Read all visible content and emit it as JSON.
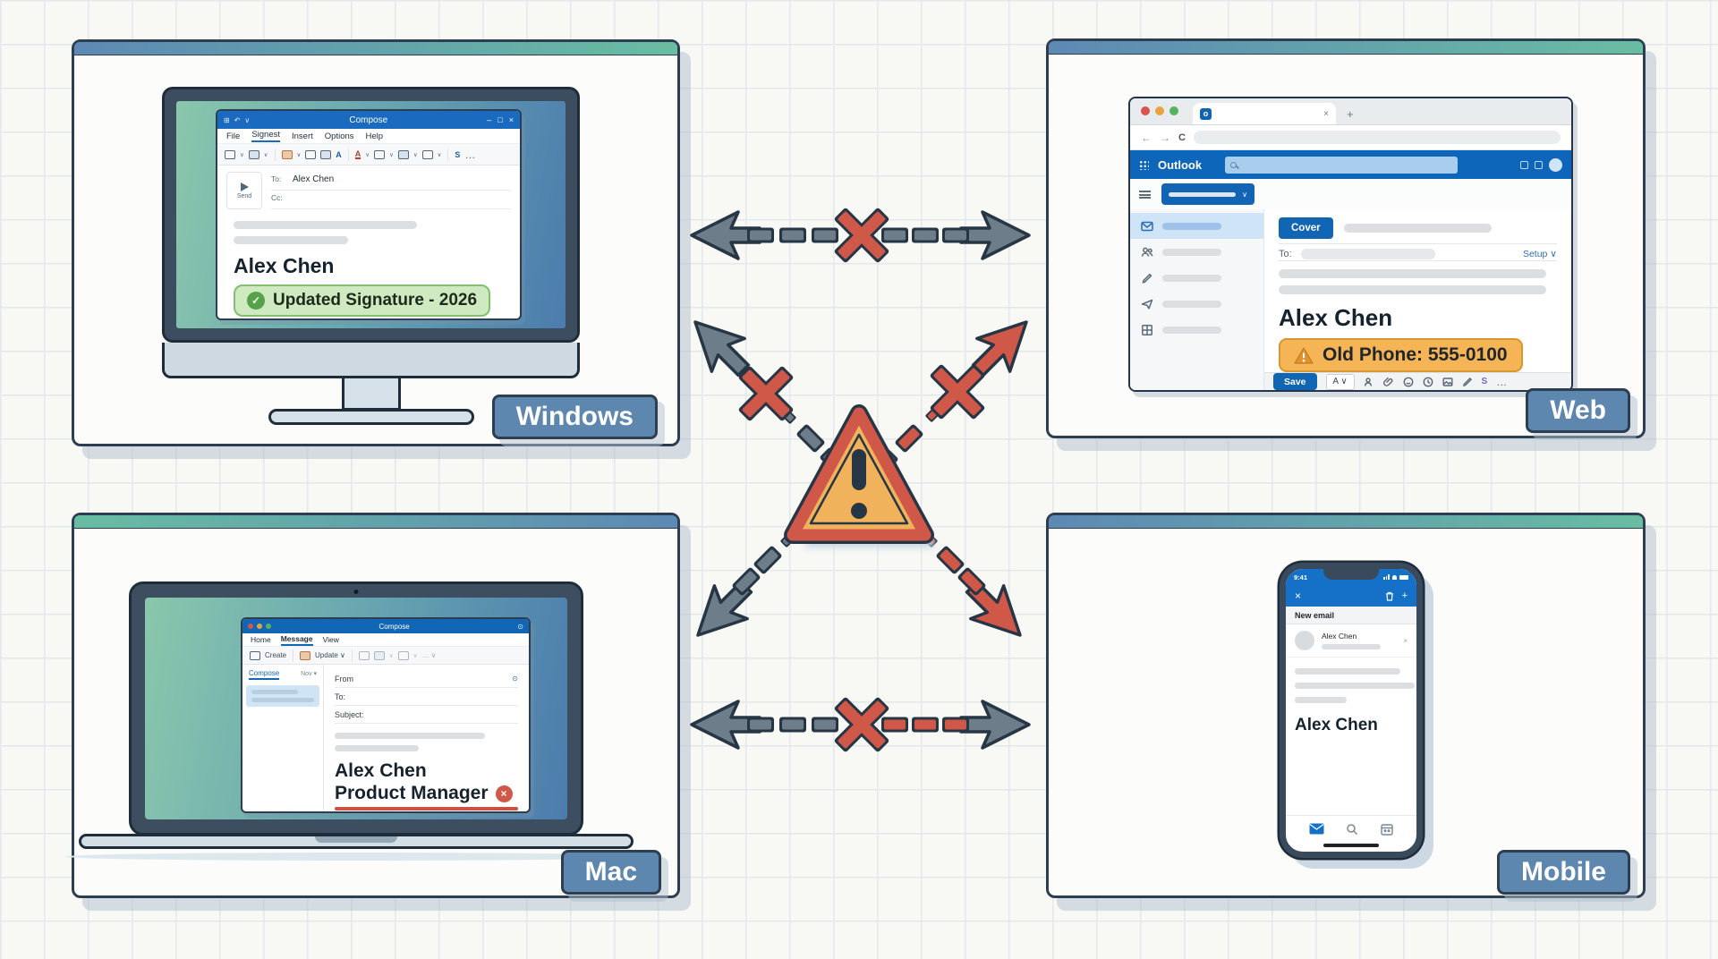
{
  "colors": {
    "accent_blue": "#5d89b4",
    "accent_teal": "#68bda2",
    "outline_navy": "#2c3e50",
    "arrow_gray": "#6d7d89",
    "warning_red": "#cf5848",
    "warning_orange_fill": "#f1b25c",
    "outlook_blue": "#0e66ba",
    "badge_green_bg": "#cfe9c0",
    "badge_orange_bg": "#f5b455"
  },
  "panels": {
    "windows": {
      "label": "Windows",
      "compose": {
        "title": "Compose",
        "menus": [
          "File",
          "Signest",
          "Insert",
          "Options",
          "Help"
        ],
        "send_label": "Send",
        "to_label": "To:",
        "to_value": "Alex Chen",
        "cc_label": "Cc:",
        "signature_name": "Alex Chen",
        "badge_check": "✓",
        "badge_text": "Updated Signature - 2026"
      }
    },
    "web": {
      "label": "Web",
      "browser": {
        "tab_close": "×",
        "new_tab": "+",
        "back": "←",
        "forward": "→",
        "reload": "C"
      },
      "app_name": "Outlook",
      "compose": {
        "send_label": "Cover",
        "to_label": "To:",
        "settings_label": "Setup ∨",
        "signature_name": "Alex Chen",
        "badge_text": "Old Phone: 555-0100",
        "save_label": "Save",
        "font_label": "A ∨",
        "more_label": "…"
      }
    },
    "mac": {
      "label": "Mac",
      "window": {
        "title": "Compose",
        "menus": [
          "Home",
          "Message",
          "View"
        ],
        "create_label": "Create",
        "update_label": "Update ∨",
        "more_label": "… ∨",
        "list_title": "Compose",
        "sort_label": "Nov ▾",
        "from_label": "From",
        "to_label": "To:",
        "subject_label": "Subject:",
        "signature_name": "Alex Chen",
        "signature_title": "Product Manager",
        "error_x": "×"
      }
    },
    "mobile": {
      "label": "Mobile",
      "phone": {
        "status_time": "9:41",
        "close": "×",
        "add": "+",
        "screen_title": "New email",
        "sender_name": "Alex Chen",
        "signature_name": "Alex Chen"
      }
    }
  }
}
